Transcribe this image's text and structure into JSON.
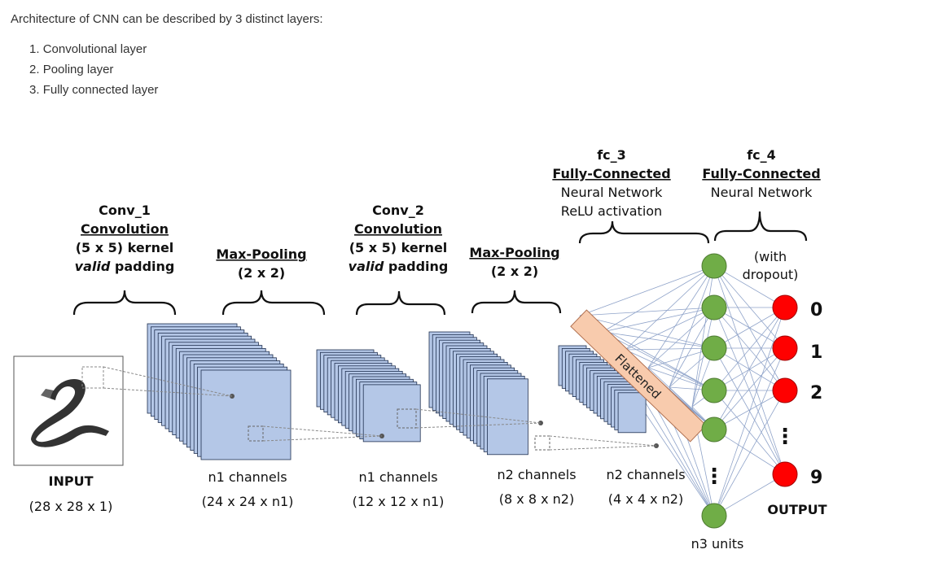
{
  "intro": "Architecture of CNN can be described by 3 distinct layers:",
  "layers": [
    {
      "num": "1.",
      "label": "Convolutional layer"
    },
    {
      "num": "2.",
      "label": "Pooling layer"
    },
    {
      "num": "3.",
      "label": "Fully connected layer"
    }
  ],
  "diagram": {
    "conv1": {
      "name": "Conv_1",
      "type": "Convolution",
      "kernel": "(5 x 5) kernel",
      "padding_word": "valid",
      "padding_rest": " padding"
    },
    "pool1": {
      "type": "Max-Pooling",
      "size": "(2 x 2)"
    },
    "conv2": {
      "name": "Conv_2",
      "type": "Convolution",
      "kernel": "(5 x 5) kernel",
      "padding_word": "valid",
      "padding_rest": " padding"
    },
    "pool2": {
      "type": "Max-Pooling",
      "size": "(2 x 2)"
    },
    "fc3": {
      "name": "fc_3",
      "type": "Fully-Connected",
      "desc": "Neural Network",
      "activation": "ReLU activation"
    },
    "fc4": {
      "name": "fc_4",
      "type": "Fully-Connected",
      "desc": "Neural Network",
      "note1": "(with",
      "note2": "dropout)"
    },
    "flattened": "Flattened",
    "input": {
      "label": "INPUT",
      "dims": "(28 x 28 x 1)"
    },
    "stages": [
      {
        "channels": "n1 channels",
        "dims": "(24 x 24 x n1)"
      },
      {
        "channels": "n1 channels",
        "dims": "(12 x 12 x n1)"
      },
      {
        "channels": "n2 channels",
        "dims": "(8 x 8 x n2)"
      },
      {
        "channels": "n2 channels",
        "dims": "(4 x 4 x n2)"
      }
    ],
    "units": "n3 units",
    "outputs": [
      "0",
      "1",
      "2",
      "9"
    ],
    "ellipsis": "⋮",
    "output_label": "OUTPUT",
    "colors": {
      "feature_map": "#b4c7e7",
      "hidden_node": "#70ad47",
      "output_node": "#ff0000",
      "flattened_bar": "#f8cbad",
      "connection": "#8fa3c9"
    }
  }
}
